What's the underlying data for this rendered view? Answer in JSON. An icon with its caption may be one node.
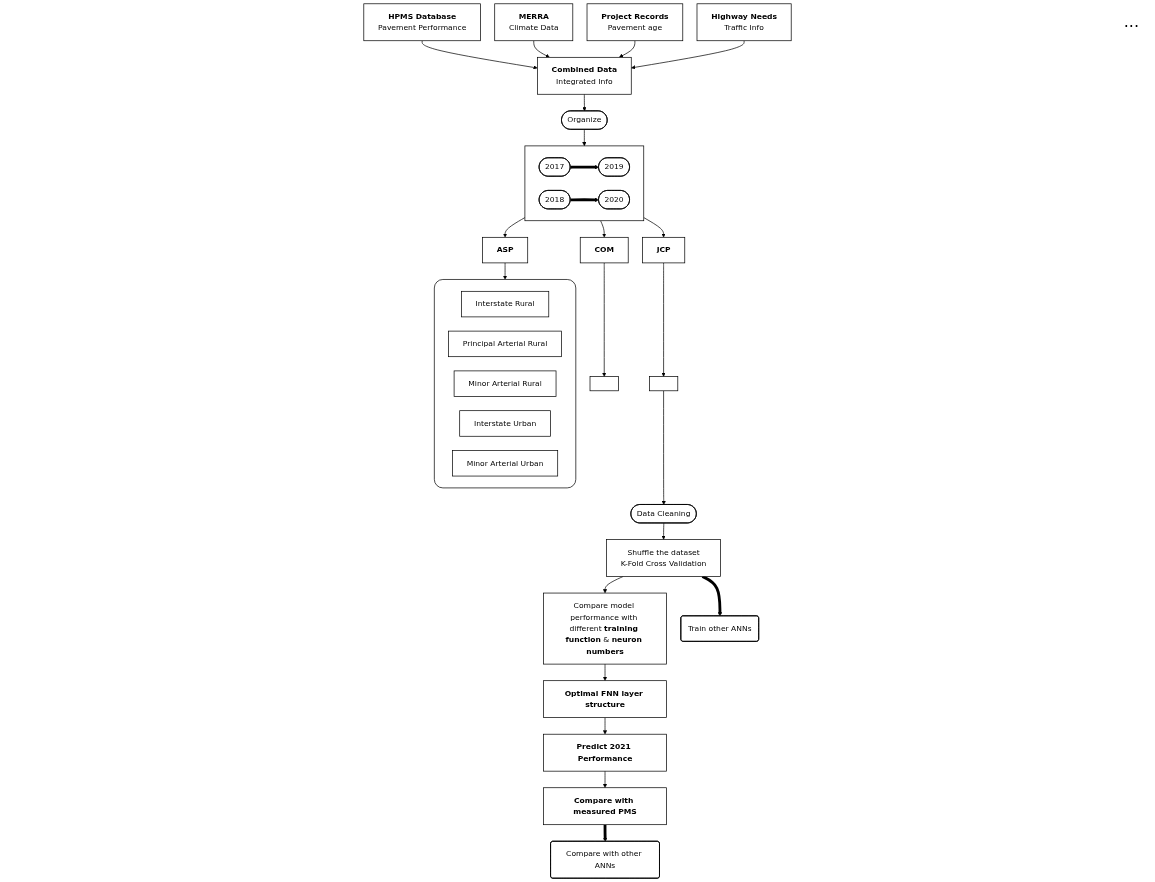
{
  "diagram": {
    "nodes": [
      {
        "text": [
          "HPMS Database",
          "Pavement Performance"
        ]
      },
      {
        "text": [
          "MERRA",
          "Climate Data"
        ]
      },
      {
        "text": [
          "Project Records",
          "Pavement age"
        ]
      },
      {
        "text": [
          "Highway Needs",
          "Traffic Info"
        ]
      },
      {
        "text": [
          "Combined Data",
          "Integrated Info"
        ]
      },
      {
        "text": [
          "Organize"
        ]
      },
      {
        "text": [],
        "shape": "box"
      },
      {
        "text": [
          "2017"
        ],
        "in": 6
      },
      {
        "text": [
          "2019"
        ],
        "in": 6
      },
      {
        "text": [
          "2018"
        ],
        "in": 6
      },
      {
        "text": [
          "2020"
        ],
        "in": 6
      },
      {
        "text": [
          "ASP"
        ]
      },
      {
        "text": [
          "COM"
        ]
      },
      {
        "text": [
          "JCP"
        ]
      },
      {
        "text": [],
        "shape": "box"
      },
      {
        "text": [
          "Interstate Rural"
        ],
        "in": 14
      },
      {
        "text": [
          "Principal Arterial Rural"
        ],
        "in": 14
      },
      {
        "text": [
          "Minor Arterial Rural"
        ],
        "in": 14
      },
      {
        "text": [
          "Interstate Urban"
        ],
        "in": 14
      },
      {
        "text": [
          "Minor Arterial Urban"
        ],
        "in": 14
      },
      {
        "text": [],
        "shape": "box"
      },
      {
        "text": [],
        "shape": "box"
      },
      {
        "text": [
          "Data Cleaning"
        ]
      },
      {
        "text": [
          "Shuffle the dataset",
          "K-Fold Cross Validation"
        ]
      },
      {
        "text": [
          "Compare model performance with different **training function** & **neuron numbers**"
        ]
      },
      {
        "text": [
          "Optimal FNN layer structure"
        ]
      },
      {
        "text": [
          "Predict 2021 Performance"
        ]
      },
      {
        "text": [
          "Compare with measured PMS"
        ]
      },
      {
        "text": [
          "Compare with other ANNs"
        ]
      },
      {
        "text": [
          "Train other ANNs"
        ]
      }
    ],
    "edges": [
      {
        "from": 0,
        "to": 4,
        "arrow": "to"
      },
      {
        "from": 1,
        "to": 4,
        "arrow": "to"
      },
      {
        "from": 2,
        "to": 4,
        "arrow": "to"
      },
      {
        "from": 3,
        "to": 4,
        "arrow": "to"
      },
      {
        "from": 4,
        "to": 5,
        "arrow": "to"
      },
      {
        "from": 5,
        "to": 6,
        "arrow": "to"
      },
      {
        "from": 7,
        "to": 8,
        "arrow": "to",
        "style": "thick"
      },
      {
        "from": 9,
        "to": 10,
        "arrow": "to",
        "style": "thick"
      },
      {
        "from": 6,
        "to": 11,
        "arrow": "to"
      },
      {
        "from": 6,
        "to": 12,
        "arrow": "to"
      },
      {
        "from": 6,
        "to": 13,
        "arrow": "to"
      },
      {
        "from": 11,
        "to": 14,
        "arrow": "to"
      },
      {
        "from": 12,
        "to": 20,
        "arrow": "to"
      },
      {
        "from": 13,
        "to": 21,
        "arrow": "to"
      },
      {
        "from": 21,
        "to": 22,
        "arrow": "to"
      },
      {
        "from": 22,
        "to": 23,
        "arrow": "to"
      },
      {
        "from": 23,
        "to": 24,
        "arrow": "to"
      },
      {
        "from": 24,
        "to": 25,
        "arrow": "to"
      },
      {
        "from": 25,
        "to": 26,
        "arrow": "to"
      },
      {
        "from": 26,
        "to": 27,
        "arrow": "to"
      },
      {
        "from": 27,
        "to": 28,
        "arrow": "to",
        "style": "thick"
      },
      {
        "from": 23,
        "to": 29,
        "arrow": "to",
        "style": "thick"
      }
    ],
    "labels": [
      "..."
    ]
  }
}
